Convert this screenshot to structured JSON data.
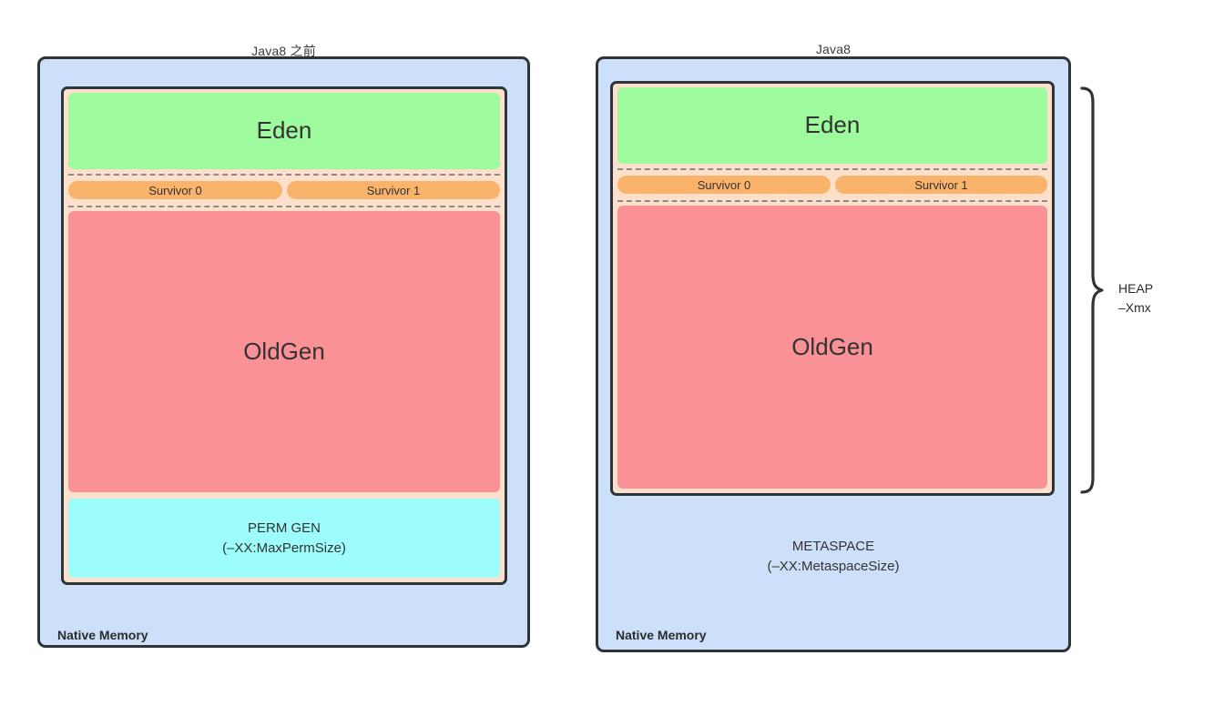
{
  "diagram": {
    "title_left": "Java8 之前",
    "title_right": "Java8"
  },
  "colors": {
    "native_memory": "#cce0fa",
    "heap_frame": "#fce0cb",
    "eden": "#9dfa9d",
    "survivor": "#fab36b",
    "oldgen": "#fa9196",
    "permgen": "#9dfcfc",
    "stroke": "#2e3338",
    "dashed_rule": "#8a8a8a"
  },
  "left_panel": {
    "title": "Java8 之前",
    "eden_label": "Eden",
    "survivor0_label": "Survivor 0",
    "survivor1_label": "Survivor 1",
    "oldgen_label": "OldGen",
    "permgen_line1": "PERM GEN",
    "permgen_line2": "(–XX:MaxPermSize)",
    "native_memory_label": "Native Memory"
  },
  "right_panel": {
    "title": "Java8",
    "eden_label": "Eden",
    "survivor0_label": "Survivor 0",
    "survivor1_label": "Survivor 1",
    "oldgen_label": "OldGen",
    "metaspace_line1": "METASPACE",
    "metaspace_line2": "(–XX:MetaspaceSize)",
    "native_memory_label": "Native Memory"
  },
  "annotation": {
    "heap_brace_line1": "HEAP",
    "heap_brace_line2": "–Xmx"
  }
}
